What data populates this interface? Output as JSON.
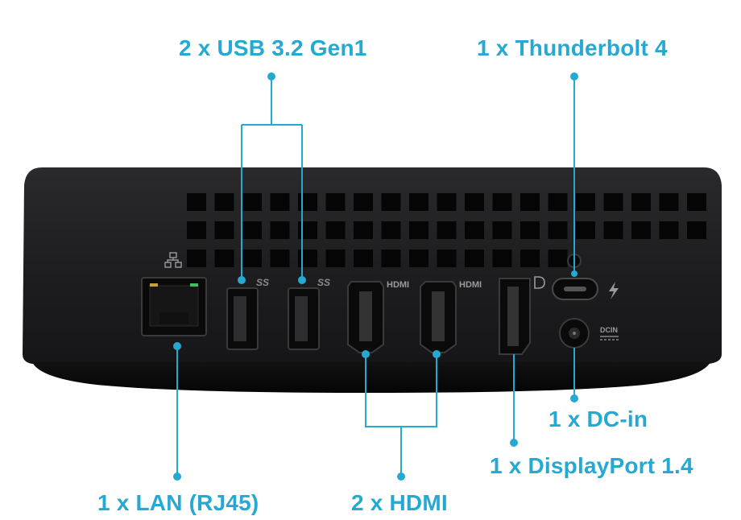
{
  "callouts": {
    "usb": "2 x USB 3.2 Gen1",
    "thunderbolt": "1 x Thunderbolt 4",
    "dc_in": "1 x DC-in",
    "displayport": "1 x DisplayPort 1.4",
    "lan": "1 x LAN (RJ45)",
    "hdmi": "2 x HDMI"
  },
  "port_markings": {
    "hdmi_1": "HDMI",
    "hdmi_2": "HDMI",
    "usb_1": "SS",
    "usb_2": "SS",
    "dcin": "DCIN"
  },
  "colors": {
    "accent": "#25a9d3",
    "device_body": "#1c1c1e",
    "device_base": "#0d0d0e"
  },
  "icons": [
    "network-icon",
    "superspeed-usb-icon",
    "displayport-icon",
    "thunderbolt-bolt-icon",
    "dc-polarity-icon"
  ]
}
